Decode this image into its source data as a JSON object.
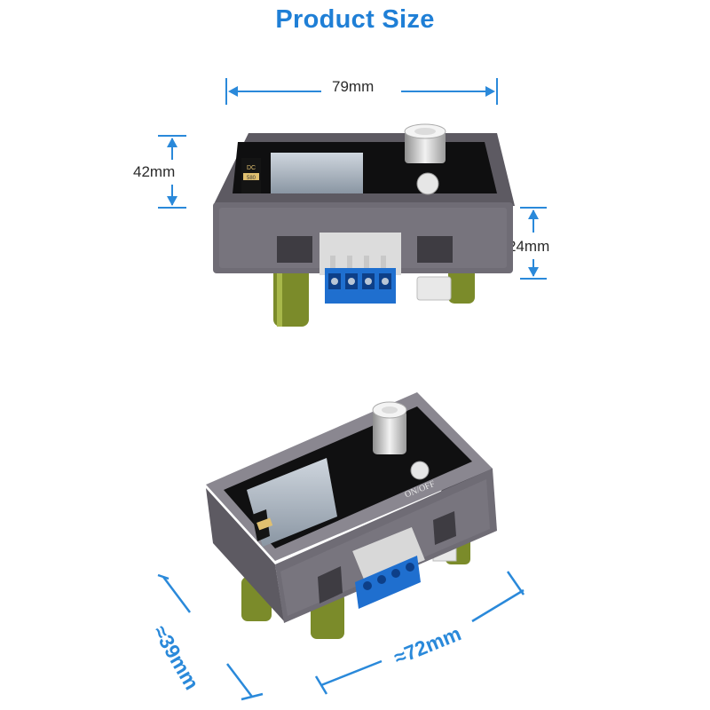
{
  "title": "Product Size",
  "dimensions": {
    "width_top": "79mm",
    "height_top": "42mm",
    "depth_top": "24mm",
    "depth_bottom": "≈39mm",
    "width_bottom": "≈72mm"
  },
  "device": {
    "face_badge_top": "DC",
    "face_badge_bottom": "580",
    "power_label": "ON/OFF",
    "body_color": "#6f6c75",
    "screen_color": "#111111",
    "terminal_color": "#1f6fcf",
    "capacitor_color": "#7b8b2a"
  },
  "accent_color": "#2a89da"
}
